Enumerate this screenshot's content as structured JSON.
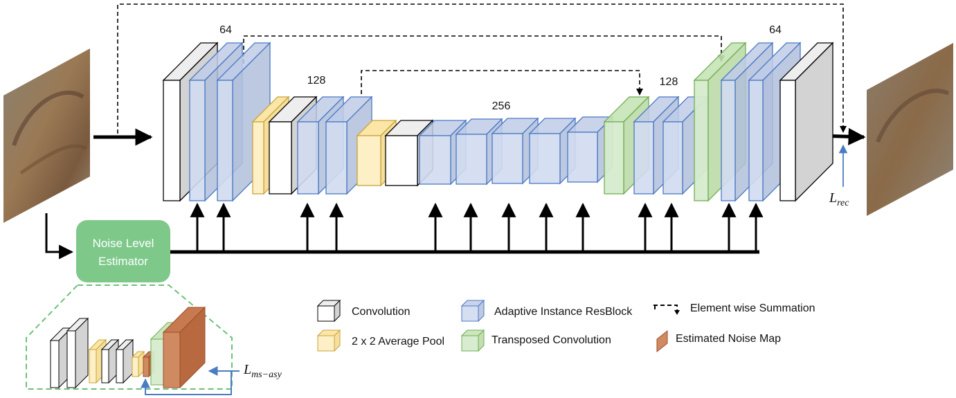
{
  "channels": {
    "c64_left": "64",
    "c128_left": "128",
    "c256": "256",
    "c128_right": "128",
    "c64_right": "64"
  },
  "estimator": {
    "line1": "Noise Level",
    "line2": "Estimator"
  },
  "losses": {
    "rec_main": "L",
    "rec_sub": "rec",
    "asy_main": "L",
    "asy_sub": "ms−asy"
  },
  "legend": {
    "convolution": "Convolution",
    "avg_pool": "2 x 2 Average Pool",
    "adain_resblock": "Adaptive Instance ResBlock",
    "transposed_conv": "Transposed Convolution",
    "summation": "Element wise Summation",
    "noise_map": "Estimated Noise Map"
  },
  "colors": {
    "conv_face": "#ffffff",
    "conv_side": "#d3d3d3",
    "pool_face": "#fdf0c6",
    "pool_edge": "#c8a43a",
    "res_face": "#d2dcf0",
    "res_edge": "#4a78c2",
    "tconv_face": "#d6ebcc",
    "tconv_edge": "#6fae52",
    "noise_face": "#d08a62",
    "noise_edge": "#9a4e2a",
    "estimator_fill": "#7ec88a",
    "dashed_green": "#6cc07a",
    "loss_arrow": "#4a7cc2"
  }
}
